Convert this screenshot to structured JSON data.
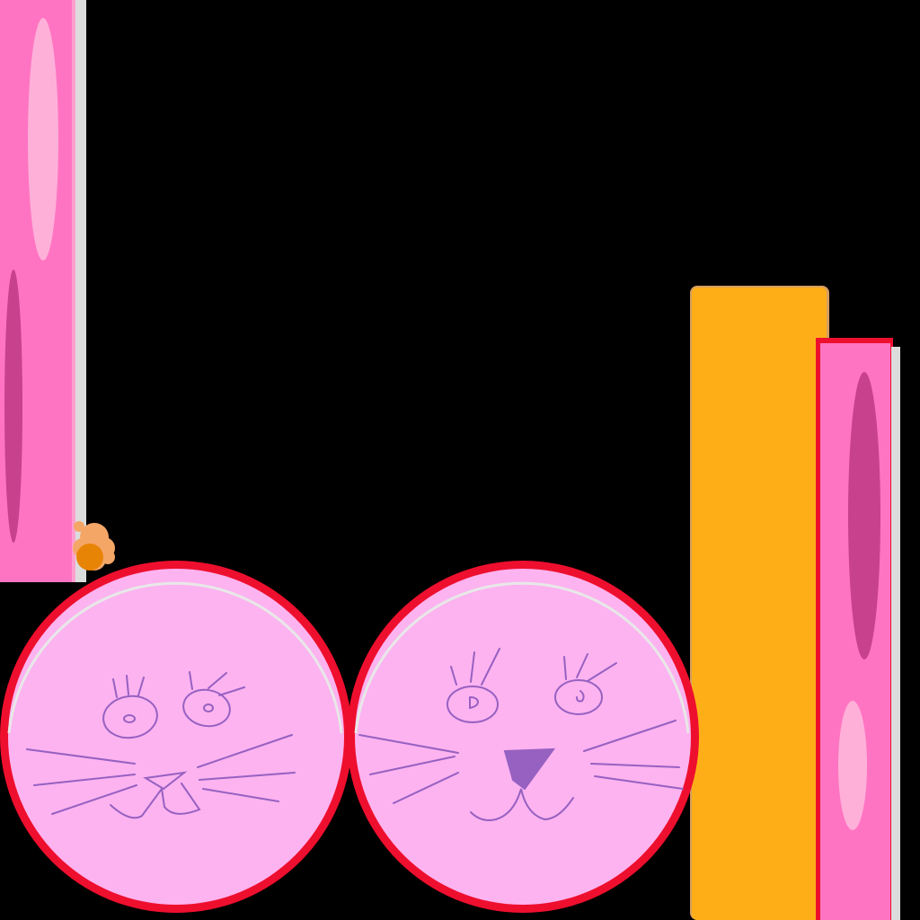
{
  "scene": {
    "background_color": "#000000",
    "objects": [
      {
        "kind": "pillar",
        "color": "#ff74c2",
        "highlight_color": "#ffb0d9",
        "shade_color": "#c8418c",
        "edge_color": "#dcdcdc"
      },
      {
        "kind": "block",
        "color": "#feaf18",
        "edge_color": "#d69e60"
      },
      {
        "kind": "pillar",
        "color": "#ff74c2",
        "outline_color": "#ee0f2e",
        "highlight_color": "#ffb0d9",
        "shade_color": "#c8418c",
        "edge_color": "#dcdcdc"
      },
      {
        "kind": "cat-ball",
        "fill_color": "#fcb3f0",
        "outline_color": "#ee0f2e",
        "sketch_color": "#9761c1"
      },
      {
        "kind": "cat-ball",
        "fill_color": "#fcb3f0",
        "outline_color": "#ee0f2e",
        "sketch_color": "#9761c1"
      },
      {
        "kind": "flower",
        "petal_color": "#f4a667",
        "center_color": "#e88405"
      }
    ]
  }
}
